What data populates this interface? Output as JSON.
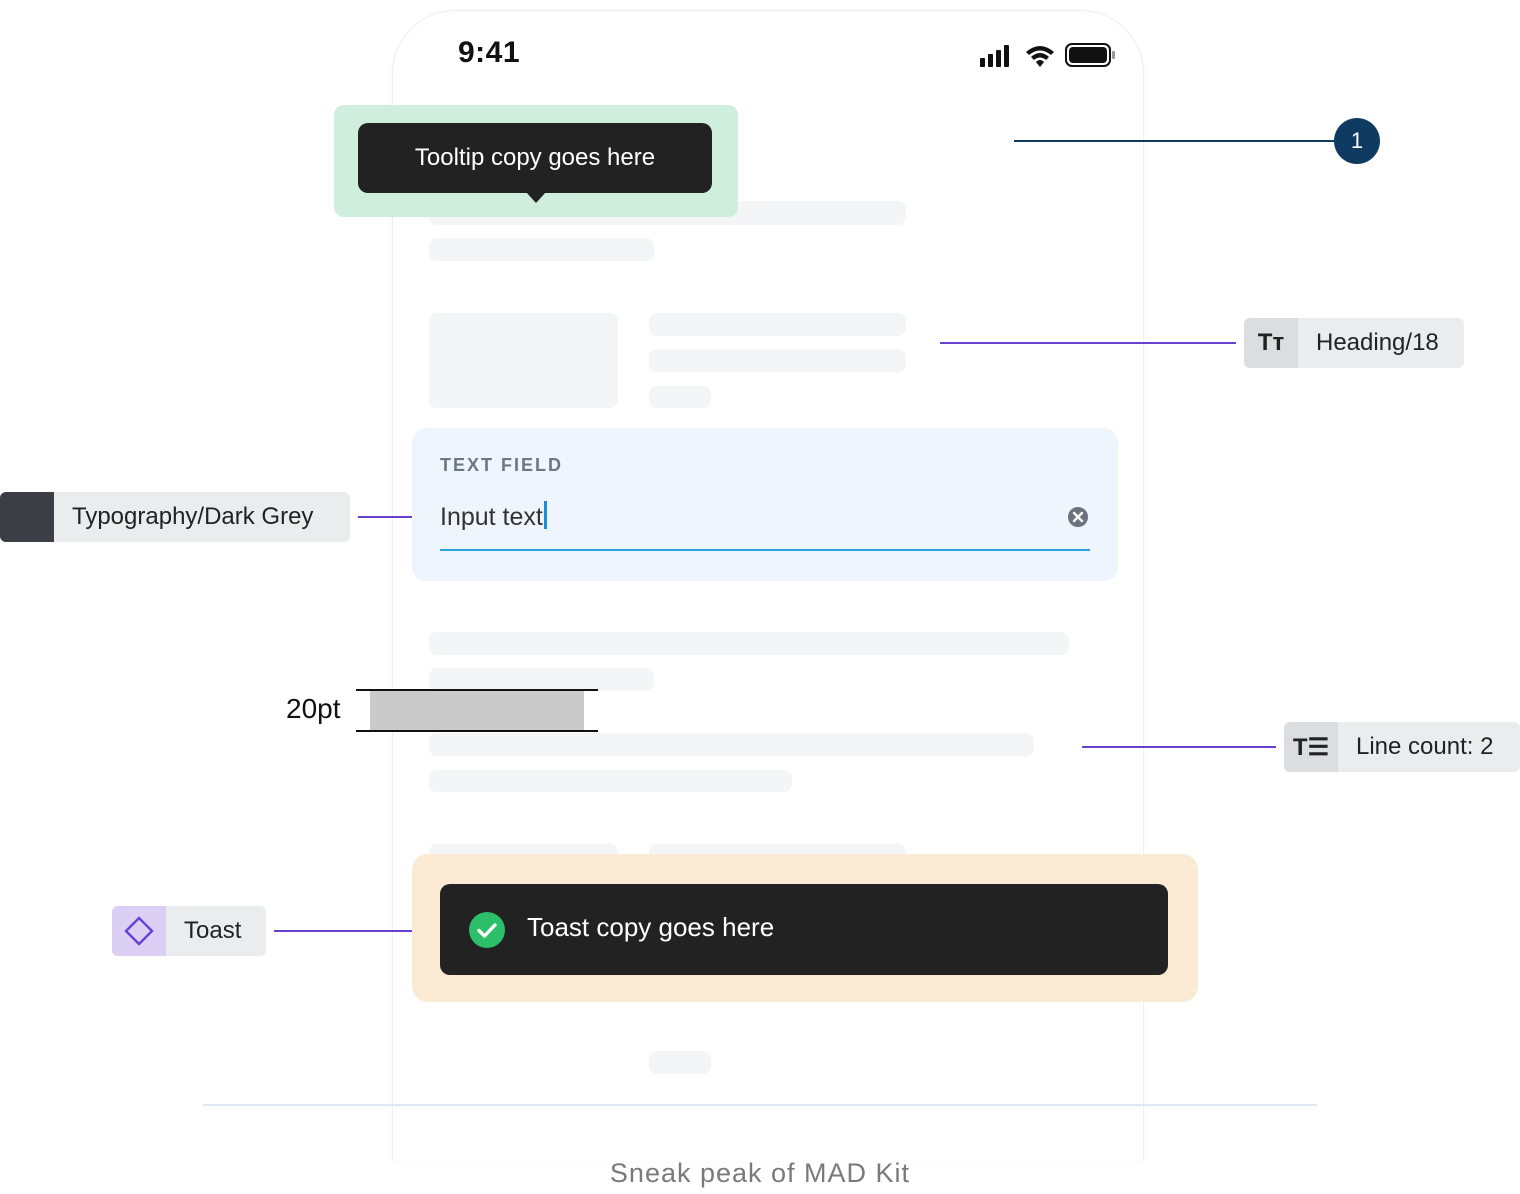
{
  "status_bar": {
    "time": "9:41",
    "icons": [
      "signal-icon",
      "wifi-icon",
      "battery-icon"
    ]
  },
  "tooltip": {
    "text": "Tooltip copy goes here"
  },
  "callout_number": {
    "value": "1",
    "color": "#0f3b63"
  },
  "heading_tag": {
    "icon": "Tт",
    "label": "Heading/18"
  },
  "color_tag": {
    "swatch_color": "#3b3f45",
    "label": "Typography/Dark Grey"
  },
  "text_field": {
    "label": "TEXT FIELD",
    "value": "Input text",
    "accent": "#2aa3e0"
  },
  "spacing": {
    "label": "20pt"
  },
  "line_count_tag": {
    "icon": "T☰",
    "label": "Line count: 2"
  },
  "component_tag": {
    "icon": "component-diamond-icon",
    "label": "Toast"
  },
  "toast": {
    "text": "Toast copy goes here",
    "icon_color": "#2bbf6a"
  },
  "caption": "Sneak peak of MAD Kit",
  "colors": {
    "annotation_line": "#6a3fd4",
    "tooltip_highlight": "#cfeedd",
    "toast_highlight": "#fae9d3",
    "field_bg": "#eef5fd"
  }
}
